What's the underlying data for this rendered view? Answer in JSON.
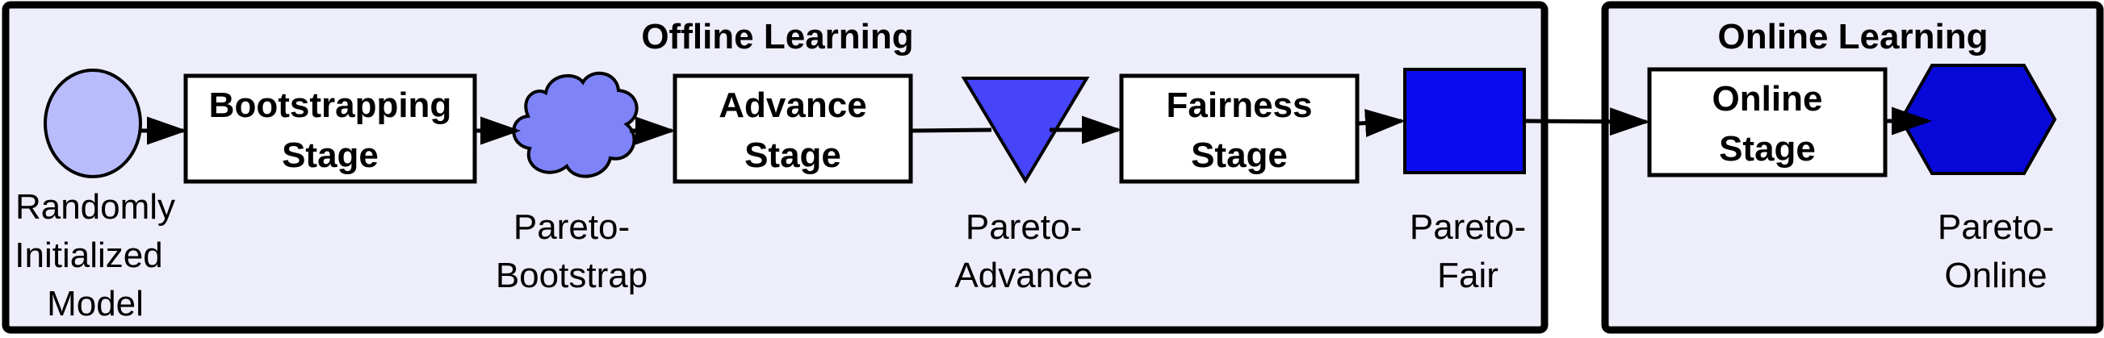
{
  "colors": {
    "section_bg": "#eeeefb",
    "circle_fill": "#b9bcfb",
    "cloud_fill": "#7e83f8",
    "triangle_fill": "#4645fa",
    "square_fill": "#0c0cf1",
    "hexagon_fill": "#0808d8",
    "stroke": "#000000",
    "box_fill": "#ffffff"
  },
  "sections": {
    "offline": {
      "title": "Offline Learning"
    },
    "online": {
      "title": "Online Learning"
    }
  },
  "stages": {
    "bootstrapping": {
      "line1": "Bootstrapping",
      "line2": "Stage"
    },
    "advance": {
      "line1": "Advance",
      "line2": "Stage"
    },
    "fairness": {
      "line1": "Fairness",
      "line2": "Stage"
    },
    "online": {
      "line1": "Online",
      "line2": "Stage"
    }
  },
  "models": {
    "initial": {
      "shape": "circle-icon",
      "lines": [
        "Randomly",
        "Initialized",
        "Model"
      ]
    },
    "bootstrap": {
      "shape": "cloud-icon",
      "lines": [
        "Pareto-",
        "Bootstrap"
      ]
    },
    "advance": {
      "shape": "triangle-icon",
      "lines": [
        "Pareto-",
        "Advance"
      ]
    },
    "fair": {
      "shape": "square-icon",
      "lines": [
        "Pareto-",
        "Fair"
      ]
    },
    "online": {
      "shape": "hexagon-icon",
      "lines": [
        "Pareto-",
        "Online"
      ]
    }
  }
}
